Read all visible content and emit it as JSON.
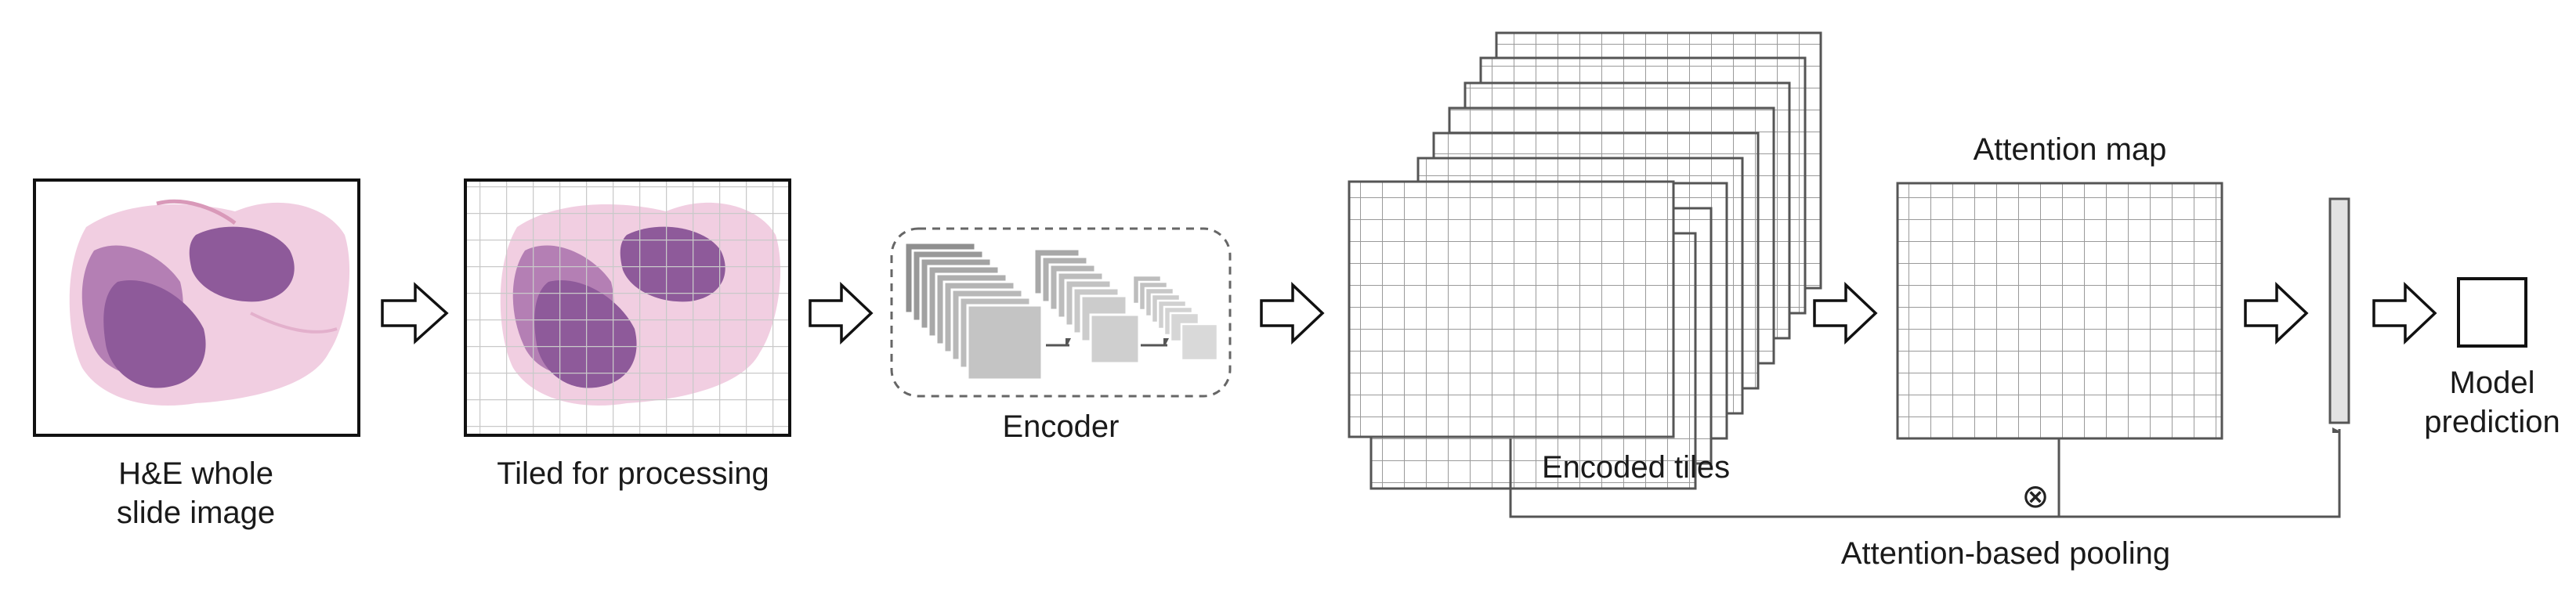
{
  "labels": {
    "wsi_line1": "H&E whole",
    "wsi_line2": "slide image",
    "tiled": "Tiled for processing",
    "encoder": "Encoder",
    "encoded_tiles": "Encoded tiles",
    "attention_map": "Attention map",
    "pooling": "Attention-based pooling",
    "prediction_line1": "Model",
    "prediction_line2": "prediction"
  },
  "symbols": {
    "multiply": "⊗"
  },
  "colors": {
    "stroke": "#555555",
    "grid": "#9a9a9a",
    "tissue_light": "#e9b9d2",
    "tissue_dark": "#8e5a9a",
    "encoder_block": "#a8a8a8",
    "vector_fill": "#e2e2e2"
  }
}
